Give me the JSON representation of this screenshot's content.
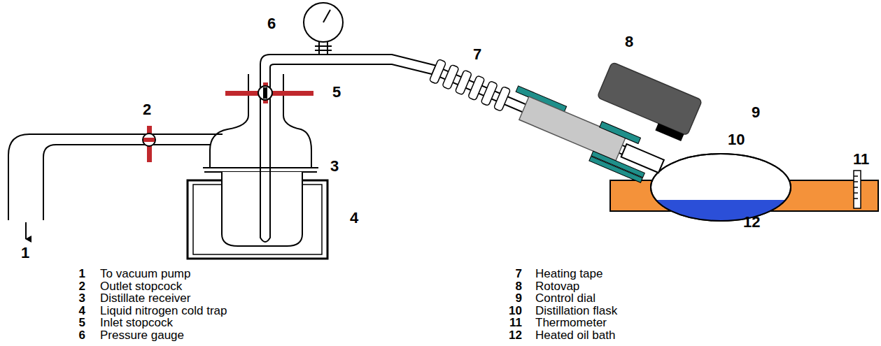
{
  "diagram": {
    "labels": [
      "1",
      "2",
      "3",
      "4",
      "5",
      "6",
      "7",
      "8",
      "9",
      "10",
      "11",
      "12",
      "1",
      "To vacuum pump",
      "2",
      "Outlet stopcock",
      "3",
      "Distillate receiver",
      "4",
      "Liquid nitrogen cold trap",
      "5",
      "Inlet stopcock",
      "6",
      "Pressure gauge",
      "7",
      "Heating tape",
      "8",
      "Rotovap",
      "9",
      "Control dial",
      "10",
      "Distillation flask",
      "11",
      "Thermometer",
      "12",
      "Heated oil bath"
    ]
  }
}
